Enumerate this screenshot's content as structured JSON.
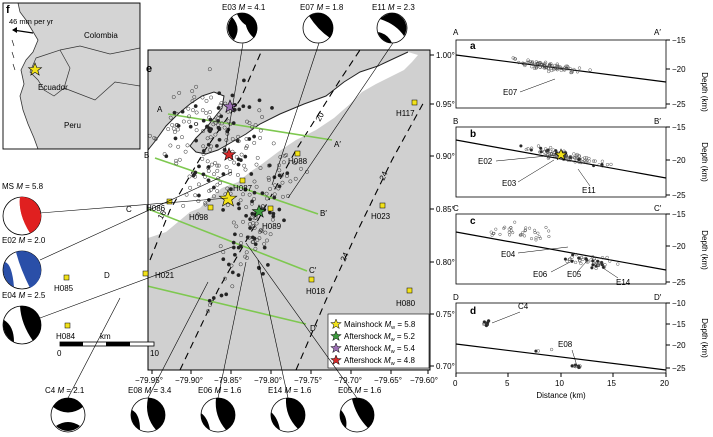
{
  "inset": {
    "panel_label": "f",
    "velocity_label": "46 mm per yr",
    "countries": [
      "Colombia",
      "Ecuador",
      "Peru"
    ]
  },
  "map": {
    "panel_label": "e",
    "lat_ticks": [
      "1.00°",
      "0.95°",
      "0.90°",
      "0.85°",
      "0.80°",
      "0.75°",
      "0.70°"
    ],
    "lon_ticks": [
      "−79.95°",
      "−79.90°",
      "−79.85°",
      "−79.80°",
      "−79.75°",
      "−79.70°",
      "−79.65°",
      "−79.60°"
    ],
    "contours": [
      "16",
      "20",
      "24",
      "24"
    ],
    "profile_letters": [
      "A",
      "A′",
      "B",
      "B′",
      "C",
      "C′",
      "D",
      "D′"
    ],
    "stations": [
      "H117",
      "H088",
      "H087",
      "H086",
      "H098",
      "H089",
      "H023",
      "H021",
      "H018",
      "H085",
      "H080",
      "H084"
    ],
    "scalebar": {
      "start": "0",
      "unit": "km",
      "end": "10"
    },
    "legend": [
      {
        "label": "Mainshock ",
        "sym": "M",
        "sub": "w",
        "value": " = 5.8",
        "color": "#f2e21a"
      },
      {
        "label": "Aftershock ",
        "sym": "M",
        "sub": "w",
        "value": " = 5.2",
        "color": "#3d9b3d"
      },
      {
        "label": "Aftershock ",
        "sym": "M",
        "sub": "w",
        "value": " = 5.4",
        "color": "#9b6fb4"
      },
      {
        "label": "Aftershock ",
        "sym": "M",
        "sub": "w",
        "value": " = 4.8",
        "color": "#d42a2a"
      }
    ]
  },
  "beachballs": {
    "top": [
      {
        "id": "E03",
        "mag": " = 4.1"
      },
      {
        "id": "E07",
        "mag": " = 1.8"
      },
      {
        "id": "E11",
        "mag": " = 2.3"
      }
    ],
    "left": [
      {
        "id": "MS",
        "mag": " = 5.8",
        "color": "#e02020"
      },
      {
        "id": "E02",
        "mag": " = 2.0",
        "color": "#2a4fa8"
      },
      {
        "id": "E04",
        "mag": " = 2.5",
        "color": "#000000"
      }
    ],
    "bottom": [
      {
        "id": "C4",
        "mag": " = 2.1"
      },
      {
        "id": "E08",
        "mag": " = 3.4"
      },
      {
        "id": "E06",
        "mag": " = 1.6"
      },
      {
        "id": "E14",
        "mag": " = 1.6"
      },
      {
        "id": "E05",
        "mag": " = 1.6"
      }
    ]
  },
  "profiles": {
    "panels": [
      {
        "label": "a",
        "left": "A",
        "right": "A′",
        "events": [
          "E07"
        ]
      },
      {
        "label": "b",
        "left": "B",
        "right": "B′",
        "events": [
          "E02",
          "E03",
          "E11"
        ]
      },
      {
        "label": "c",
        "left": "C",
        "right": "C′",
        "events": [
          "E04",
          "E06",
          "E05",
          "E14"
        ]
      },
      {
        "label": "d",
        "left": "D",
        "right": "D′",
        "events": [
          "C4",
          "E08"
        ]
      }
    ],
    "depth_label": "Depth (km)",
    "ticks_abc": [
      "−15",
      "−20",
      "−25"
    ],
    "ticks_d": [
      "−10",
      "−15",
      "−20",
      "−25"
    ],
    "x_ticks": [
      "0",
      "5",
      "10",
      "15",
      "20"
    ],
    "xlabel": "Distance (km)"
  }
}
